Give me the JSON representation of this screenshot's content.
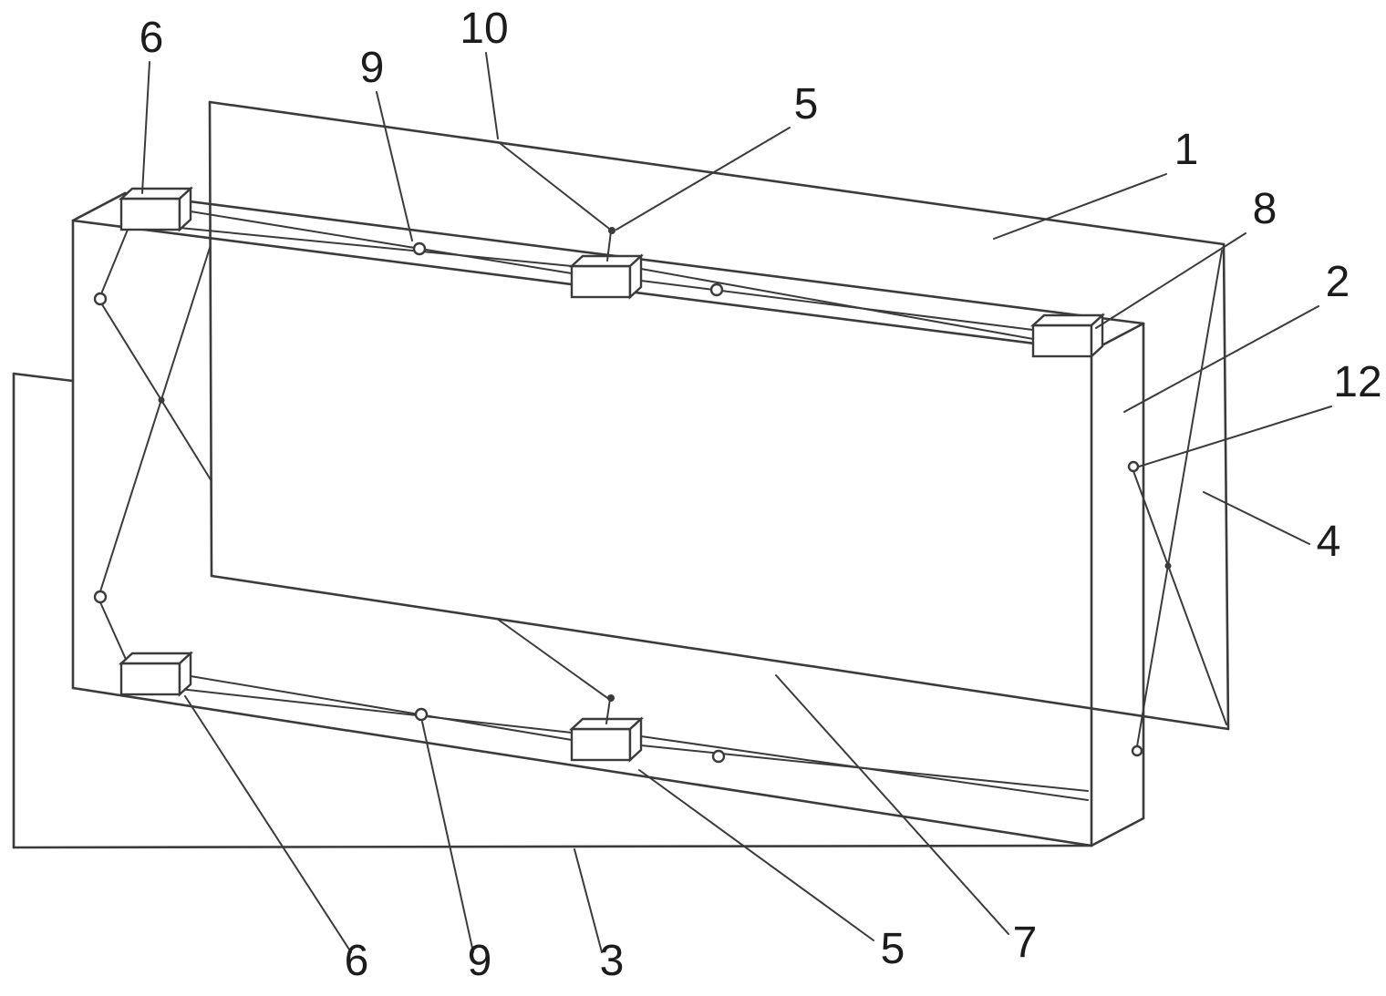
{
  "figure": {
    "background_color": "#ffffff",
    "line_color": "#3b3b3b",
    "label_color": "#1c1c1c",
    "labels": [
      {
        "id": "ref-6-top",
        "text": "6"
      },
      {
        "id": "ref-10",
        "text": "10"
      },
      {
        "id": "ref-9-top",
        "text": "9"
      },
      {
        "id": "ref-5-top",
        "text": "5"
      },
      {
        "id": "ref-1",
        "text": "1"
      },
      {
        "id": "ref-8",
        "text": "8"
      },
      {
        "id": "ref-2",
        "text": "2"
      },
      {
        "id": "ref-12",
        "text": "12"
      },
      {
        "id": "ref-4",
        "text": "4"
      },
      {
        "id": "ref-6-bottom",
        "text": "6"
      },
      {
        "id": "ref-9-bottom",
        "text": "9"
      },
      {
        "id": "ref-3",
        "text": "3"
      },
      {
        "id": "ref-5-bottom",
        "text": "5"
      },
      {
        "id": "ref-7",
        "text": "7"
      }
    ]
  }
}
